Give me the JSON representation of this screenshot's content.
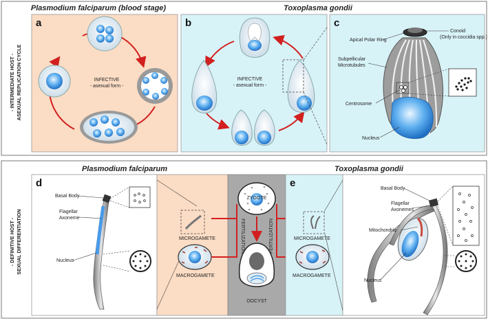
{
  "top": {
    "side_label_line1": "- INTERMEDIATE HOST -",
    "side_label_line2": "ASEXUAL REPLICATION CYCLE",
    "title_left": "Plasmodium falciparum (blood stage)",
    "title_right": "Toxoplasma gondii",
    "panel_a": "a",
    "panel_b": "b",
    "panel_c": "c",
    "infective_a_1": "INFECTIVE",
    "infective_a_2": "- asexual form -",
    "infective_b_1": "INFECTIVE",
    "infective_b_2": "- asexual form -",
    "c_labels": {
      "apical_polar_ring": "Apical Polar Ring",
      "conoid": "Conoid",
      "conoid_note": "(Only in coccidia spp.)",
      "subpellicular_1": "Subpellicular",
      "subpellicular_2": "Microtubules",
      "centrosome": "Centrosome",
      "nucleus": "Nucleus"
    }
  },
  "bottom": {
    "side_label_line1": "- DEFINITIVE HOST -",
    "side_label_line2": "SEXUAL DIFFERENTIATION",
    "title_left": "Plasmodium falciparum",
    "title_right": "Toxoplasma gondii",
    "panel_d": "d",
    "panel_e": "e",
    "d_labels": {
      "basal_body": "Basal Body",
      "flagellar_1": "Flagellar",
      "axoneme": "Axoneme",
      "nucleus": "Nucleus"
    },
    "microgamete_left": "MICROGAMETE",
    "macrogamete_left": "MACROGAMETE",
    "zygote": "ZYGOTE",
    "fertilization_left": "FERTILIZATION",
    "fertilization_right": "FERTILIZATION",
    "oocyst": "OOCYST",
    "microgamete_right": "MICROGAMETE",
    "macrogamete_right": "MACROGAMETE",
    "e_labels": {
      "basal_body": "Basal Body",
      "flagellar_1": "Flagellar",
      "axonemes": "Axonemes",
      "mitochondria": "Mitochondria",
      "nucleus": "Nucleus"
    }
  },
  "colors": {
    "peach": "#fbdcc4",
    "cyan": "#d8f3f8",
    "gray_panel": "#cccccc",
    "dark_panel": "#a9a9a9",
    "red_arrow": "#d21f1f",
    "blue": "#3a90e0"
  }
}
